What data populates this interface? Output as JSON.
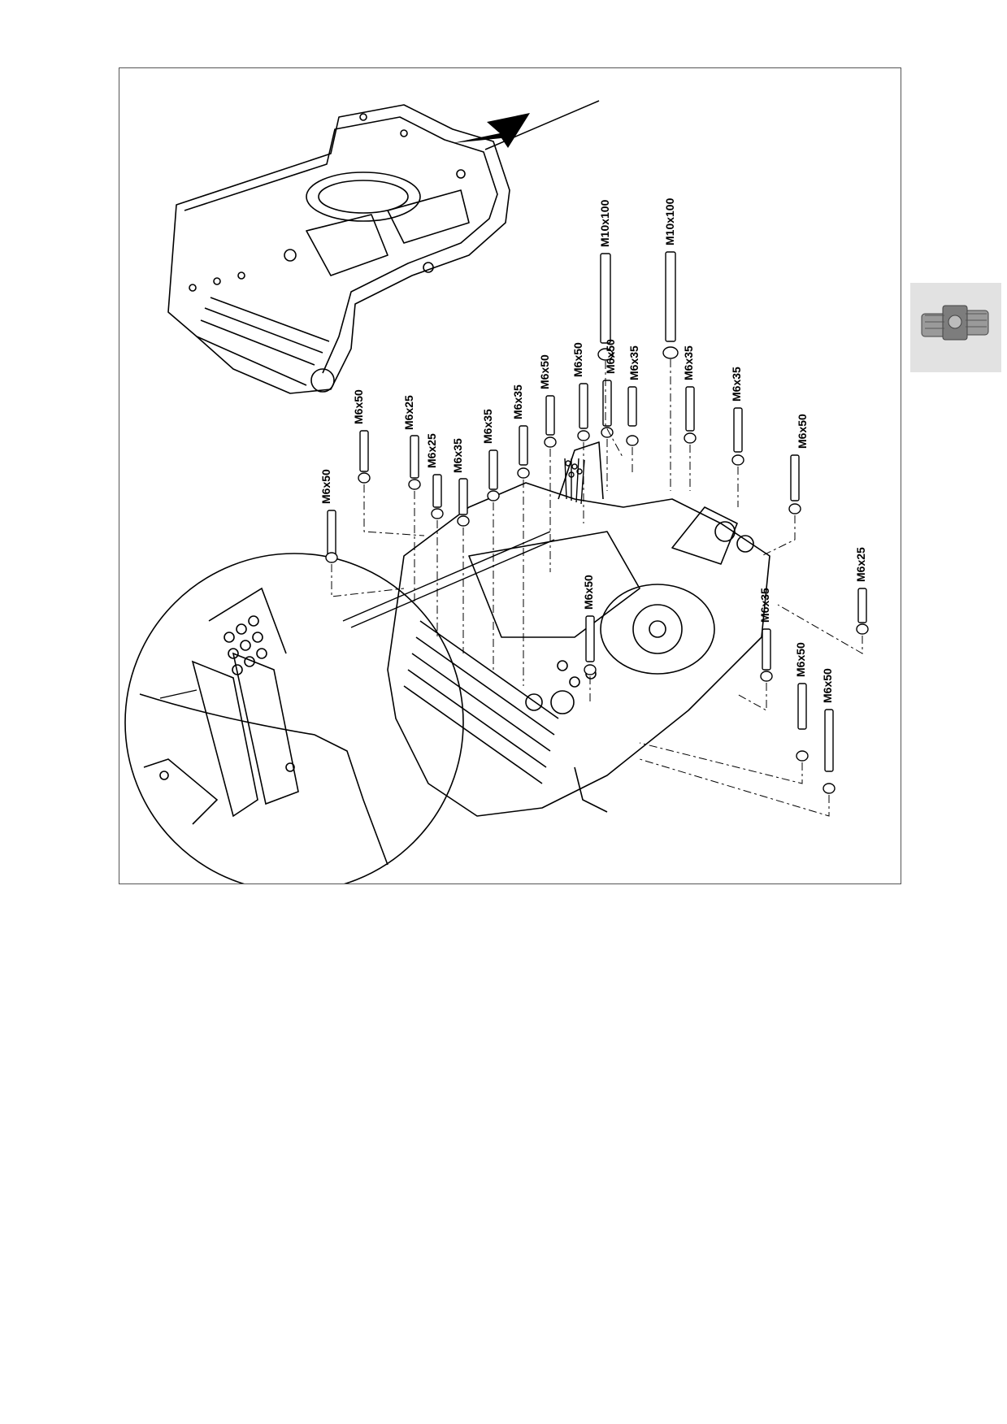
{
  "figure": {
    "bolts": [
      {
        "label": "M6x50",
        "id": "b1"
      },
      {
        "label": "M6x50",
        "id": "b2"
      },
      {
        "label": "M6x25",
        "id": "b3"
      },
      {
        "label": "M6x25",
        "id": "b4"
      },
      {
        "label": "M6x35",
        "id": "b5"
      },
      {
        "label": "M6x35",
        "id": "b6"
      },
      {
        "label": "M6x35",
        "id": "b7"
      },
      {
        "label": "M6x50",
        "id": "b8"
      },
      {
        "label": "M6x50",
        "id": "b9"
      },
      {
        "label": "M6x50",
        "id": "b10"
      },
      {
        "label": "M6x35",
        "id": "b11"
      },
      {
        "label": "M6x35",
        "id": "b12"
      },
      {
        "label": "M6x35",
        "id": "b13"
      },
      {
        "label": "M10x100",
        "id": "b14"
      },
      {
        "label": "M10x100",
        "id": "b15"
      },
      {
        "label": "M6x50",
        "id": "b16"
      },
      {
        "label": "M6x25",
        "id": "b17"
      },
      {
        "label": "M6x50",
        "id": "b18"
      },
      {
        "label": "M6x35",
        "id": "b19"
      },
      {
        "label": "M6x50",
        "id": "b20"
      },
      {
        "label": "M6x50",
        "id": "b21"
      }
    ]
  },
  "side_tab": {
    "icon": "engine-icon"
  }
}
